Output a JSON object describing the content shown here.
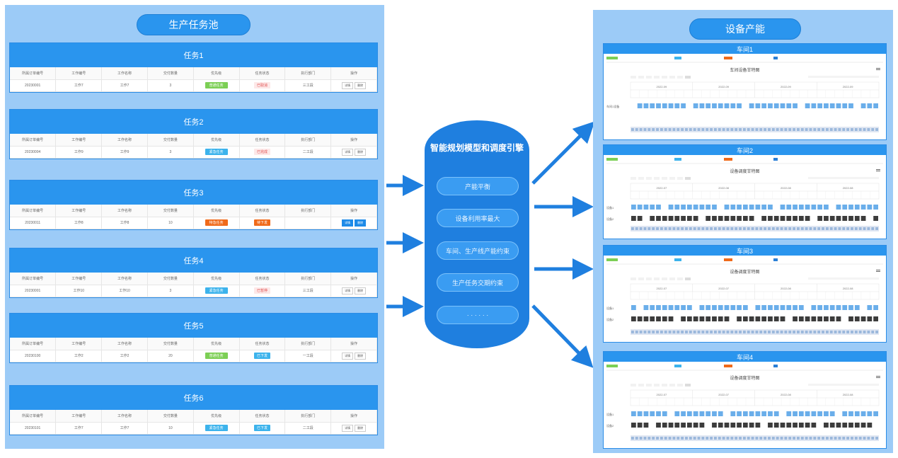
{
  "left": {
    "title": "生产任务池",
    "columns": [
      "所属订单编号",
      "工作编号",
      "工作名称",
      "交付数量",
      "优先级",
      "任务状态",
      "执行部门",
      "操作"
    ],
    "tasks": [
      {
        "name": "任务1",
        "order": "20230001",
        "work_no": "工作7",
        "work_name": "工作7",
        "qty": "3",
        "priority": "普通任务",
        "pcolor": "#7ccf55",
        "status": "已取消",
        "scolor": "#e05050",
        "sbg": "#fde8e8",
        "dept": "三工段",
        "ops": [
          "详情",
          "删除"
        ],
        "opblue": false
      },
      {
        "name": "任务2",
        "order": "20230004",
        "work_no": "工作9",
        "work_name": "工作9",
        "qty": "3",
        "priority": "紧急任务",
        "pcolor": "#3cb3ec",
        "status": "已完成",
        "scolor": "#e05050",
        "sbg": "#fde8e8",
        "dept": "二工段",
        "ops": [
          "详情",
          "删除"
        ],
        "opblue": false
      },
      {
        "name": "任务3",
        "order": "20230011",
        "work_no": "工作8",
        "work_name": "工作8",
        "qty": "10",
        "priority": "特急任务",
        "pcolor": "#f06a1a",
        "status": "待下发",
        "scolor": "#ffffff",
        "sbg": "#f06a1a",
        "dept": "",
        "ops": [
          "详情",
          "删除"
        ],
        "opblue": true
      },
      {
        "name": "任务4",
        "order": "20230001",
        "work_no": "工作10",
        "work_name": "工作10",
        "qty": "3",
        "priority": "紧急任务",
        "pcolor": "#3cb3ec",
        "status": "已暂停",
        "scolor": "#e05050",
        "sbg": "#fde8e8",
        "dept": "三工段",
        "ops": [
          "详情",
          "删除"
        ],
        "opblue": false
      },
      {
        "name": "任务5",
        "order": "20230100",
        "work_no": "工作2",
        "work_name": "工作2",
        "qty": "20",
        "priority": "普通任务",
        "pcolor": "#7ccf55",
        "status": "已下发",
        "scolor": "#ffffff",
        "sbg": "#3cb3ec",
        "dept": "一工段",
        "ops": [
          "详情",
          "删除"
        ],
        "opblue": false
      },
      {
        "name": "任务6",
        "order": "20230101",
        "work_no": "工作7",
        "work_name": "工作7",
        "qty": "10",
        "priority": "紧急任务",
        "pcolor": "#3cb3ec",
        "status": "已下发",
        "scolor": "#ffffff",
        "sbg": "#3cb3ec",
        "dept": "二工段",
        "ops": [
          "详情",
          "删除"
        ],
        "opblue": false
      }
    ]
  },
  "engine": {
    "title": "智能规划模型和调度引擎",
    "items": [
      "产能平衡",
      "设备利用率最大",
      "车间、生产线产能约束",
      "生产任务交期约束",
      "· · · · · ·"
    ]
  },
  "right": {
    "title": "设备产能",
    "workshops": [
      {
        "name": "车间1",
        "chart_title": "车间设备甘特图",
        "rows": [
          "车间1设备"
        ],
        "years": [
          "2022-09",
          "2022-09",
          "2022-09",
          "2022-09"
        ]
      },
      {
        "name": "车间2",
        "chart_title": "设备调度甘特图",
        "rows": [
          "设备1",
          "设备2"
        ],
        "years": [
          "2022-07",
          "2022-08",
          "2022-08",
          "2022-08"
        ]
      },
      {
        "name": "车间3",
        "chart_title": "设备调度甘特图",
        "rows": [
          "设备1",
          "设备2"
        ],
        "years": [
          "2022-07",
          "2022-07",
          "2022-08",
          "2022-08"
        ]
      },
      {
        "name": "车间4",
        "chart_title": "设备调度甘特图",
        "rows": [
          "设备1",
          "设备2"
        ],
        "years": [
          "2022-07",
          "2022-07",
          "2022-08",
          "2022-08"
        ]
      }
    ]
  },
  "colors": {
    "panel": "#9ccbf7",
    "accent": "#2a95ee",
    "engine": "#1f7fdf",
    "arrow": "#1f7fdf",
    "bar_light": "#6aaeea",
    "bar_dark": "#3c3c3c"
  }
}
